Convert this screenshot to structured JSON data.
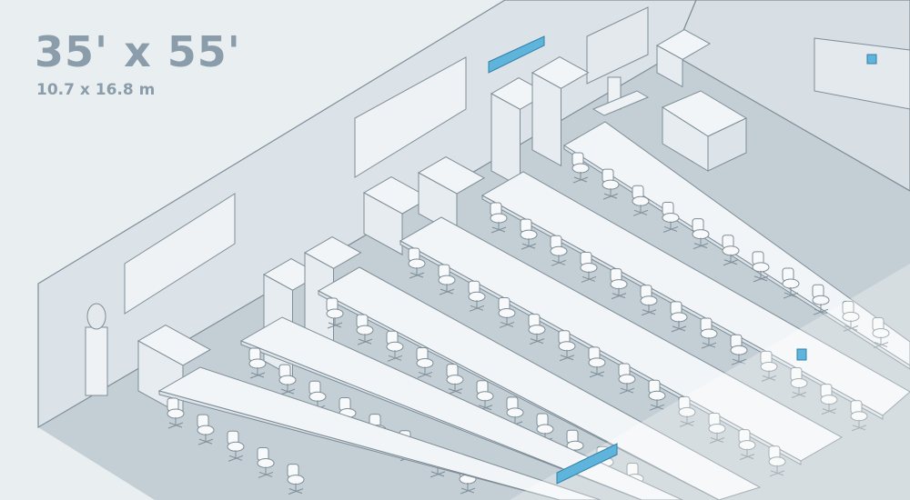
{
  "header": {
    "dimensions_imperial": "35' x 55'",
    "dimensions_metric": "10.7 x 16.8 m"
  },
  "colors": {
    "background": "#e9eef1",
    "wall": "#dbe3e8",
    "floor": "#c3ced5",
    "furniture": "#f2f5f7",
    "outline": "#7e8d97",
    "device": "#5fb4dc",
    "text": "#8b9daa"
  },
  "layout": {
    "table_rows": 6,
    "chairs_per_row": 13
  }
}
